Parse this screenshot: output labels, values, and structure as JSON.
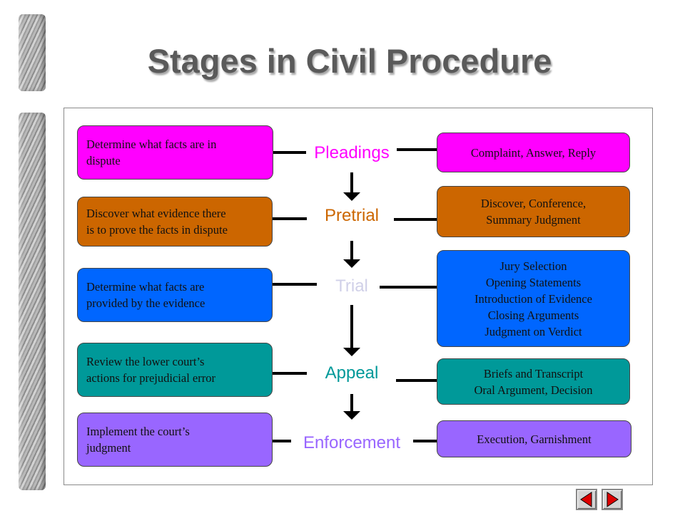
{
  "title": "Stages in Civil Procedure",
  "stages": [
    {
      "label": "Pleadings",
      "color": "#ff00ff"
    },
    {
      "label": "Pretrial",
      "color": "#cc6600"
    },
    {
      "label": "Trial",
      "color": "#d0d0e8"
    },
    {
      "label": "Appeal",
      "color": "#009999"
    },
    {
      "label": "Enforcement",
      "color": "#9966ff"
    }
  ],
  "left_boxes": [
    {
      "lines": [
        "Determine what facts are in",
        "dispute"
      ],
      "color": "#ff00ff"
    },
    {
      "lines": [
        "Discover what evidence there",
        "is to prove the facts in dispute"
      ],
      "color": "#cc6600"
    },
    {
      "lines": [
        "Determine what facts are",
        "provided by the evidence"
      ],
      "color": "#0066ff"
    },
    {
      "lines": [
        "Review the lower court’s",
        "actions for prejudicial error"
      ],
      "color": "#009999"
    },
    {
      "lines": [
        "Implement the court’s",
        "judgment"
      ],
      "color": "#9966ff"
    }
  ],
  "right_boxes": [
    {
      "lines": [
        "Complaint, Answer, Reply"
      ],
      "color": "#ff00ff"
    },
    {
      "lines": [
        "Discover, Conference,",
        "Summary Judgment"
      ],
      "color": "#cc6600"
    },
    {
      "lines": [
        "Jury Selection",
        "Opening Statements",
        "Introduction of Evidence",
        "Closing Arguments",
        "Judgment on Verdict"
      ],
      "color": "#0066ff"
    },
    {
      "lines": [
        "Briefs and Transcript",
        "Oral Argument, Decision"
      ],
      "color": "#009999"
    },
    {
      "lines": [
        "Execution, Garnishment"
      ],
      "color": "#9966ff"
    }
  ],
  "nav": {
    "prev_icon": "triangle-left-icon",
    "next_icon": "triangle-right-icon",
    "color": "#dd0000"
  }
}
